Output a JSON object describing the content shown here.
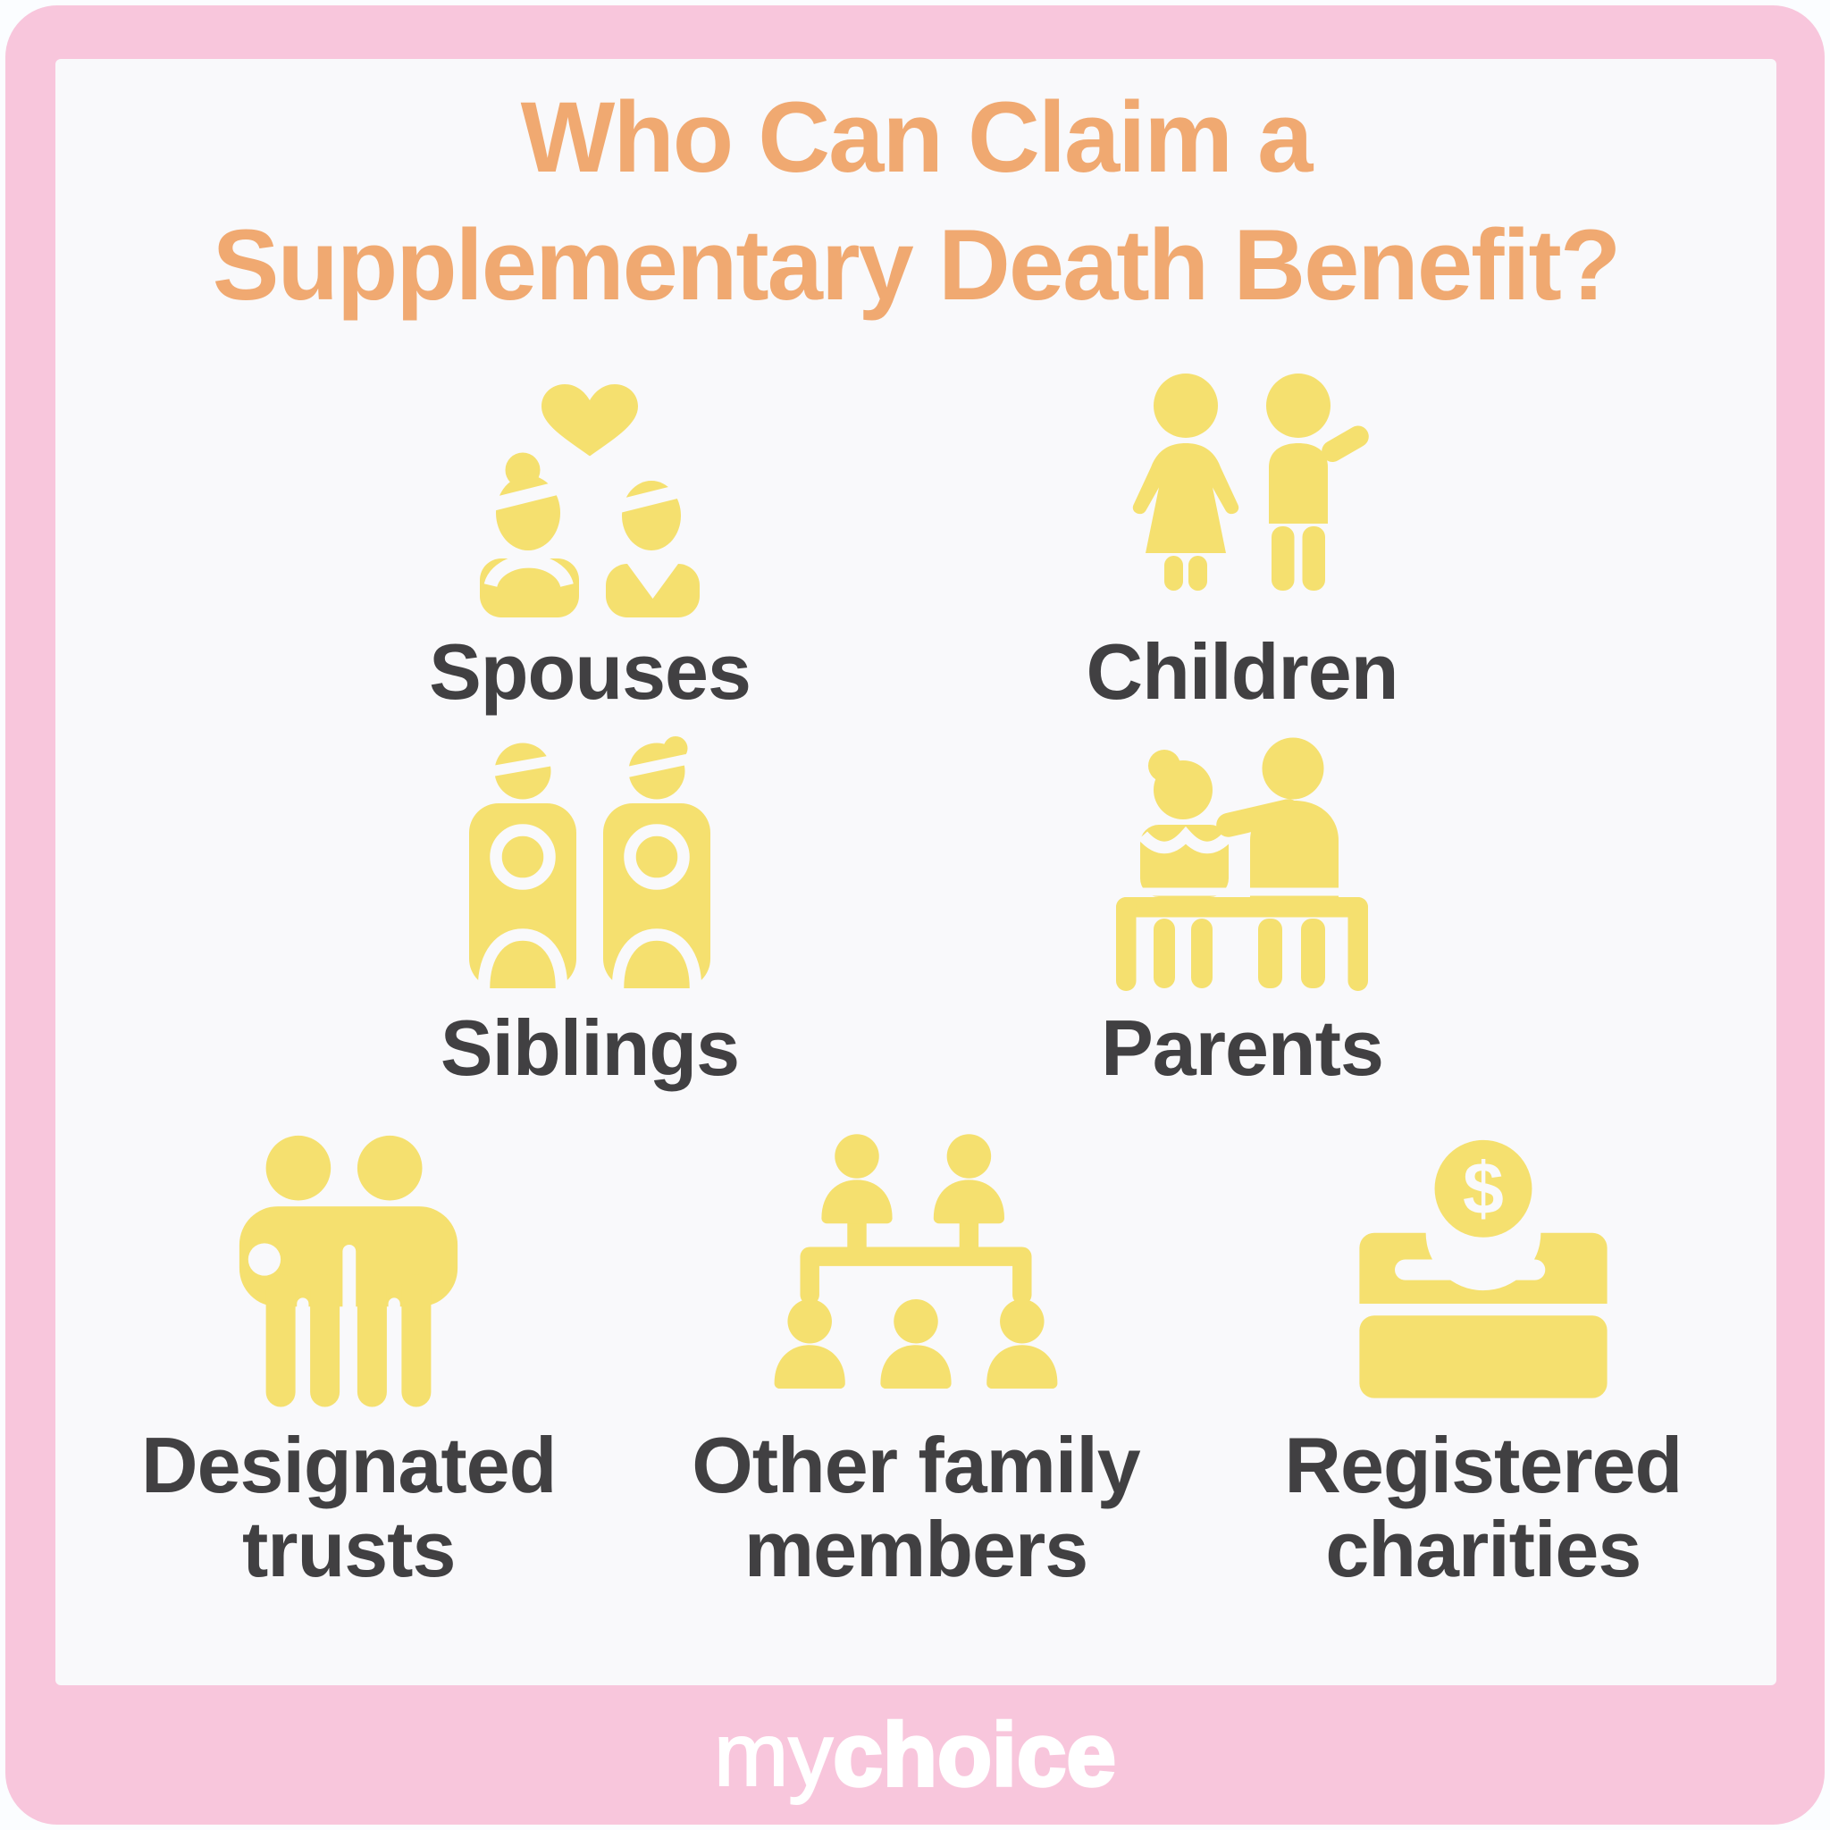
{
  "infographic": {
    "title": {
      "line1": "Who Can Claim a",
      "line2": "Supplementary Death Benefit?"
    },
    "categories": [
      {
        "label": "Spouses",
        "icon": "spouses-icon"
      },
      {
        "label": "Children",
        "icon": "children-icon"
      },
      {
        "label": "Siblings",
        "icon": "siblings-icon"
      },
      {
        "label": "Parents",
        "icon": "parents-icon"
      },
      {
        "label": "Designated trusts",
        "icon": "designated-trusts-icon"
      },
      {
        "label": "Other family members",
        "icon": "other-family-members-icon"
      },
      {
        "label": "Registered charities",
        "icon": "registered-charities-icon"
      }
    ],
    "footer": {
      "logo_part1": "my",
      "logo_part2": "choice"
    },
    "colors": {
      "frame_pink": "#F8C6DC",
      "card_background": "#F9F9FB",
      "icon_yellow": "#F5E06F",
      "title_orange": "#F0A971",
      "label_dark": "#414042",
      "logo_white": "#FFFFFF"
    }
  }
}
